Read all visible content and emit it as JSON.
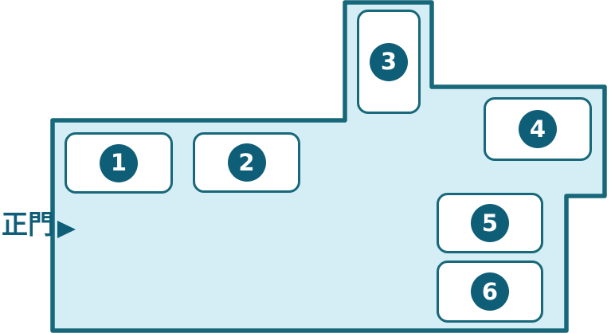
{
  "map": {
    "title": "campus-site-map",
    "colors": {
      "site_fill": "#d5edf4",
      "site_border": "#17687a",
      "building_fill": "#ffffff",
      "building_border": "#17687a",
      "circle_fill": "#0f5e78",
      "number_text": "#ffffff",
      "gate_text": "#0f5e78",
      "background": "#ffffff"
    },
    "gate": {
      "label": "正門",
      "arrow_icon": "right-pointing-triangle"
    },
    "buildings": [
      {
        "number": "1"
      },
      {
        "number": "2"
      },
      {
        "number": "3"
      },
      {
        "number": "4"
      },
      {
        "number": "5"
      },
      {
        "number": "6"
      }
    ]
  }
}
